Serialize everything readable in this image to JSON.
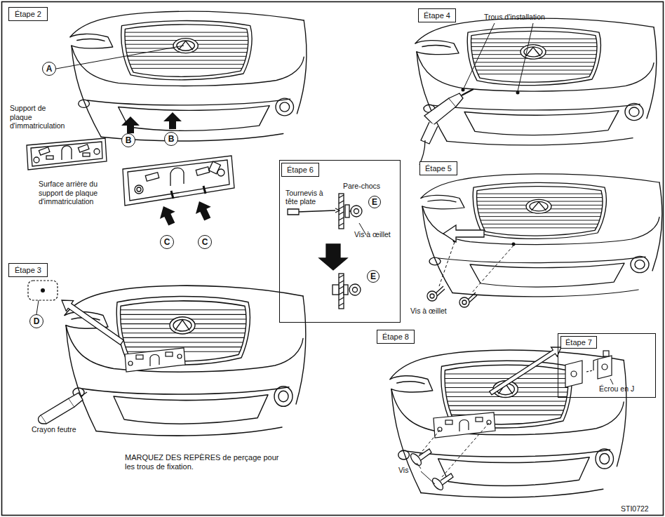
{
  "diagram": {
    "nodes": [
      {
        "text": [
          "Étape 2"
        ]
      },
      {
        "text": [
          "A"
        ]
      },
      {
        "text": [
          "B"
        ]
      },
      {
        "text": [
          "B"
        ]
      },
      {
        "text": [
          "C"
        ]
      },
      {
        "text": [
          "C"
        ]
      },
      {
        "text": [
          "Étape 4"
        ]
      },
      {
        "text": [
          "Tournevis à tête plate",
          "Pare-chocs",
          "Vis à œillet"
        ]
      },
      {
        "text": [
          "Étape 6"
        ],
        "in": 7
      },
      {
        "text": [
          "E"
        ],
        "in": 7
      },
      {
        "text": [
          "E"
        ],
        "in": 7
      },
      {
        "text": [
          "Étape 5"
        ]
      },
      {
        "text": [
          "Étape 3"
        ]
      },
      {
        "text": [
          "D"
        ]
      },
      {
        "text": [
          "Étape 8"
        ]
      },
      {
        "text": [
          "Écrou en J"
        ]
      },
      {
        "text": [
          "Étape 7"
        ],
        "in": 15
      }
    ],
    "labels": [
      "Support de plaque d'immatriculation",
      "Surface arrière du support de plaque d'immatriculation",
      "Trous d'installation",
      "Vis à œillet",
      "Crayon feutre",
      "MARQUEZ DES REPÈRES de perçage pour les trous de fixation.",
      "Vis",
      "STI0722"
    ]
  }
}
